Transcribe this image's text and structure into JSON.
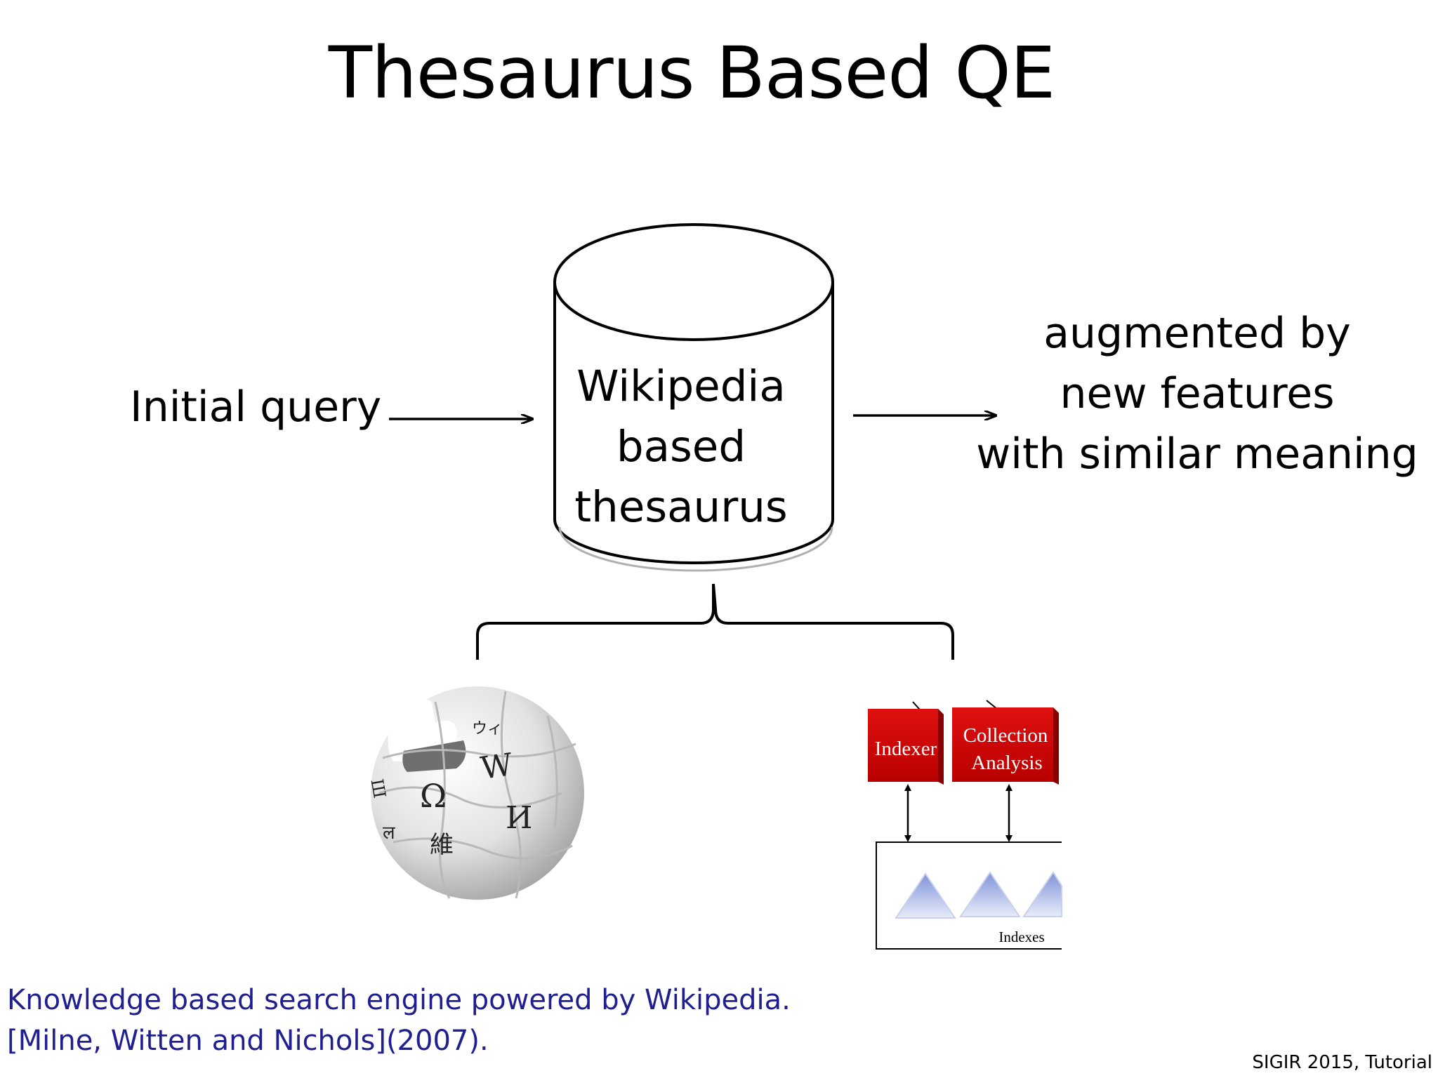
{
  "slide": {
    "title": "Thesaurus Based QE",
    "input_label": "Initial query",
    "database": {
      "lines": [
        "Wikipedia",
        "based",
        "thesaurus"
      ]
    },
    "output": {
      "lines": [
        "augmented by",
        "new features",
        "with similar meaning"
      ]
    },
    "logo": {
      "glyphs": [
        "Ω",
        "W",
        "И",
        "維",
        "ウィ",
        "ल",
        "Ш"
      ]
    },
    "index_diagram": {
      "boxes": [
        "Indexer",
        "Collection",
        "Analysis"
      ],
      "indexes_label": "Indexes"
    },
    "citation": {
      "line1": "Knowledge based search engine powered by Wikipedia.",
      "line2": "[Milne, Witten and Nichols](2007)."
    },
    "footer": "SIGIR 2015, Tutorial"
  },
  "colors": {
    "citation": "#1f1f8f",
    "box_red": "#cc0000",
    "triangle": "#a9b7e6"
  }
}
